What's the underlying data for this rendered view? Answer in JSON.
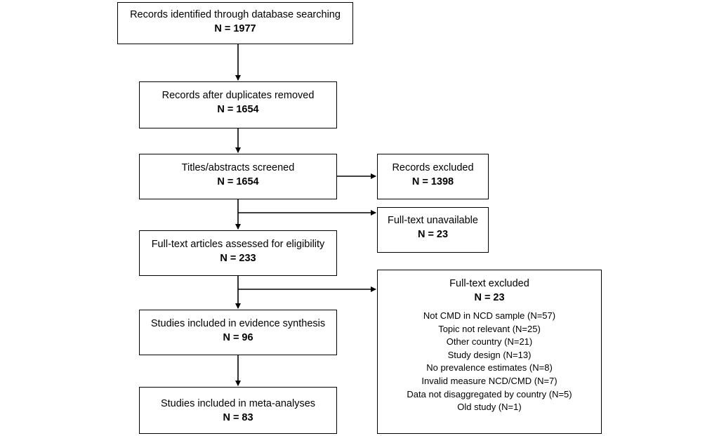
{
  "flow": {
    "identified": {
      "label": "Records identified through database searching",
      "count": "N = 1977"
    },
    "deduplicated": {
      "label": "Records after duplicates removed",
      "count": "N = 1654"
    },
    "screened": {
      "label": "Titles/abstracts screened",
      "count": "N = 1654"
    },
    "eligibility": {
      "label": "Full-text articles assessed for eligibility",
      "count": "N = 233"
    },
    "synthesis": {
      "label": "Studies included in evidence synthesis",
      "count": "N = 96"
    },
    "meta": {
      "label": "Studies included in meta-analyses",
      "count": "N = 83"
    }
  },
  "exclusions": {
    "records_excluded": {
      "label": "Records excluded",
      "count": "N = 1398"
    },
    "unavailable": {
      "label": "Full-text unavailable",
      "count": "N = 23"
    },
    "fulltext_excluded": {
      "label": "Full-text excluded",
      "count": "N = 23",
      "reasons": [
        "Not CMD in NCD sample (N=57)",
        "Topic not relevant (N=25)",
        "Other country (N=21)",
        "Study design (N=13)",
        "No prevalence estimates (N=8)",
        "Invalid measure NCD/CMD (N=7)",
        "Data not disaggregated by country (N=5)",
        "Old study (N=1)"
      ]
    }
  }
}
